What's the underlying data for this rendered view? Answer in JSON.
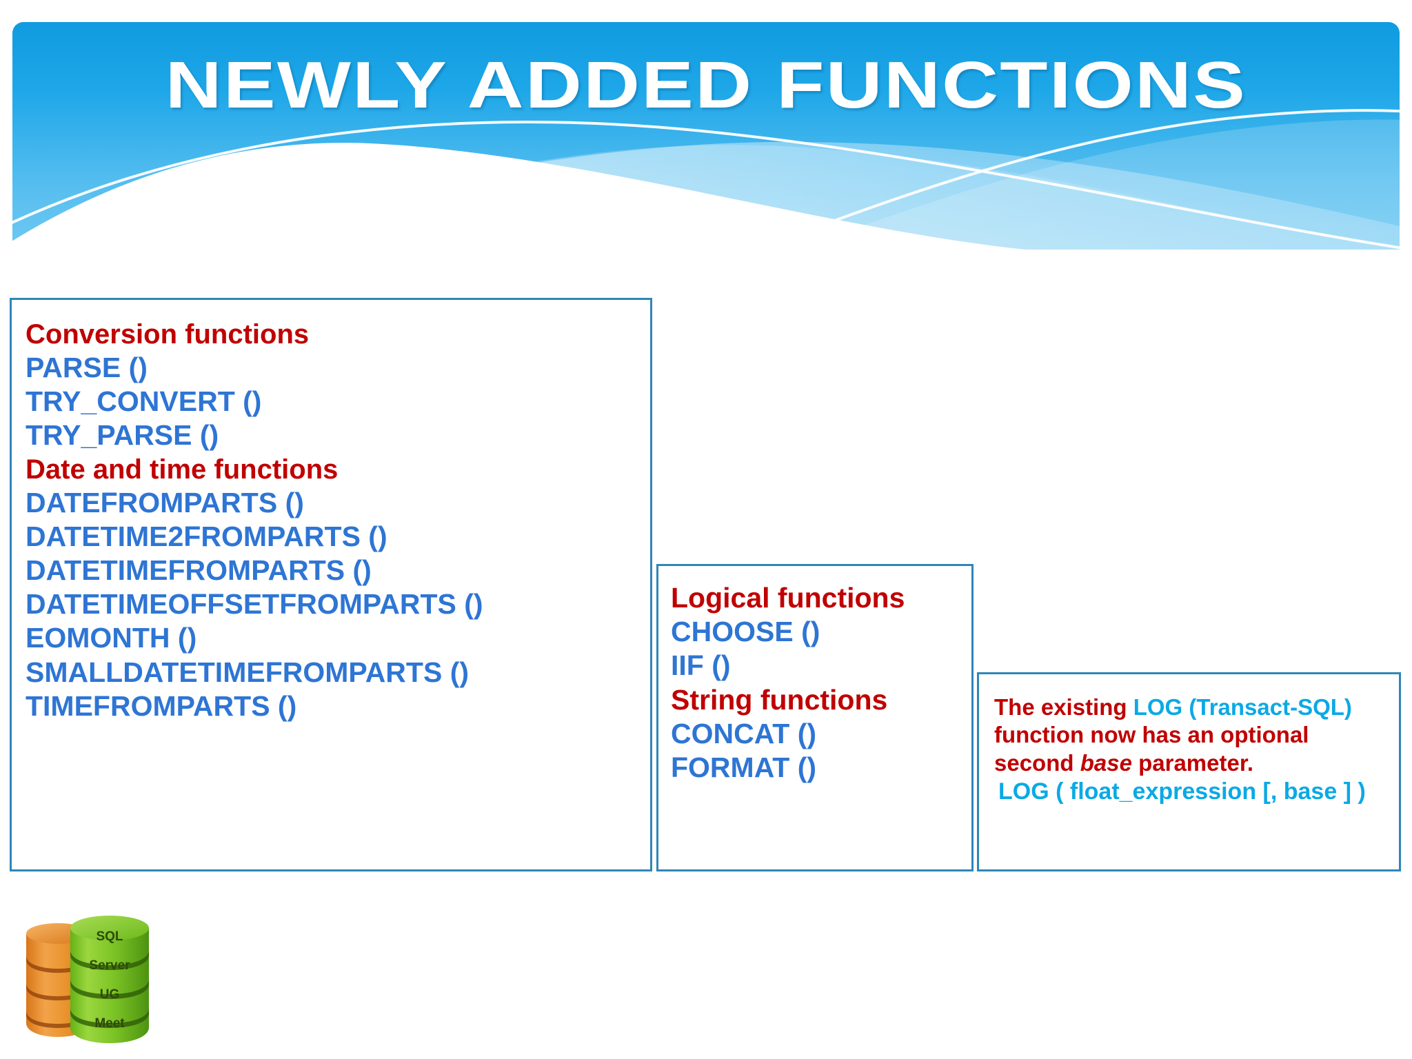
{
  "banner": {
    "title": "NEWLY ADDED FUNCTIONS",
    "gradient_top": "#109BE0",
    "gradient_bottom": "#6FC8F2",
    "title_color": "#FFFFFF"
  },
  "colors": {
    "heading_red": "#C00000",
    "function_blue": "#2E75D4",
    "cyan": "#0BA9E5",
    "box_border": "#2E86B8"
  },
  "left_box": {
    "groups": [
      {
        "heading": "Conversion functions",
        "functions": [
          "PARSE ()",
          "TRY_CONVERT ()",
          "TRY_PARSE ()"
        ]
      },
      {
        "heading": "Date and time functions",
        "functions": [
          "DATEFROMPARTS ()",
          "DATETIME2FROMPARTS ()",
          "DATETIMEFROMPARTS ()",
          "DATETIMEOFFSETFROMPARTS ()",
          "EOMONTH ()",
          "SMALLDATETIMEFROMPARTS ()",
          "TIMEFROMPARTS ()"
        ]
      }
    ]
  },
  "middle_box": {
    "groups": [
      {
        "heading": "Logical functions",
        "functions": [
          "CHOOSE ()",
          "IIF ()"
        ]
      },
      {
        "heading": "String functions",
        "functions": [
          "CONCAT ()",
          "FORMAT ()"
        ]
      }
    ]
  },
  "right_box": {
    "note_part1": "The existing ",
    "note_log_link": "LOG (Transact-SQL)",
    "note_part2": " function now has an optional second ",
    "note_italic": "base",
    "note_part3": " parameter.",
    "signature": "LOG ( float_expression [, base ] )"
  },
  "logo": {
    "name": "sql-server-ug-meet-database-logo",
    "bands": [
      "SQL",
      "Server",
      "UG",
      "Meet"
    ],
    "front_color": "#6FBF1F",
    "back_color": "#E8922C"
  }
}
